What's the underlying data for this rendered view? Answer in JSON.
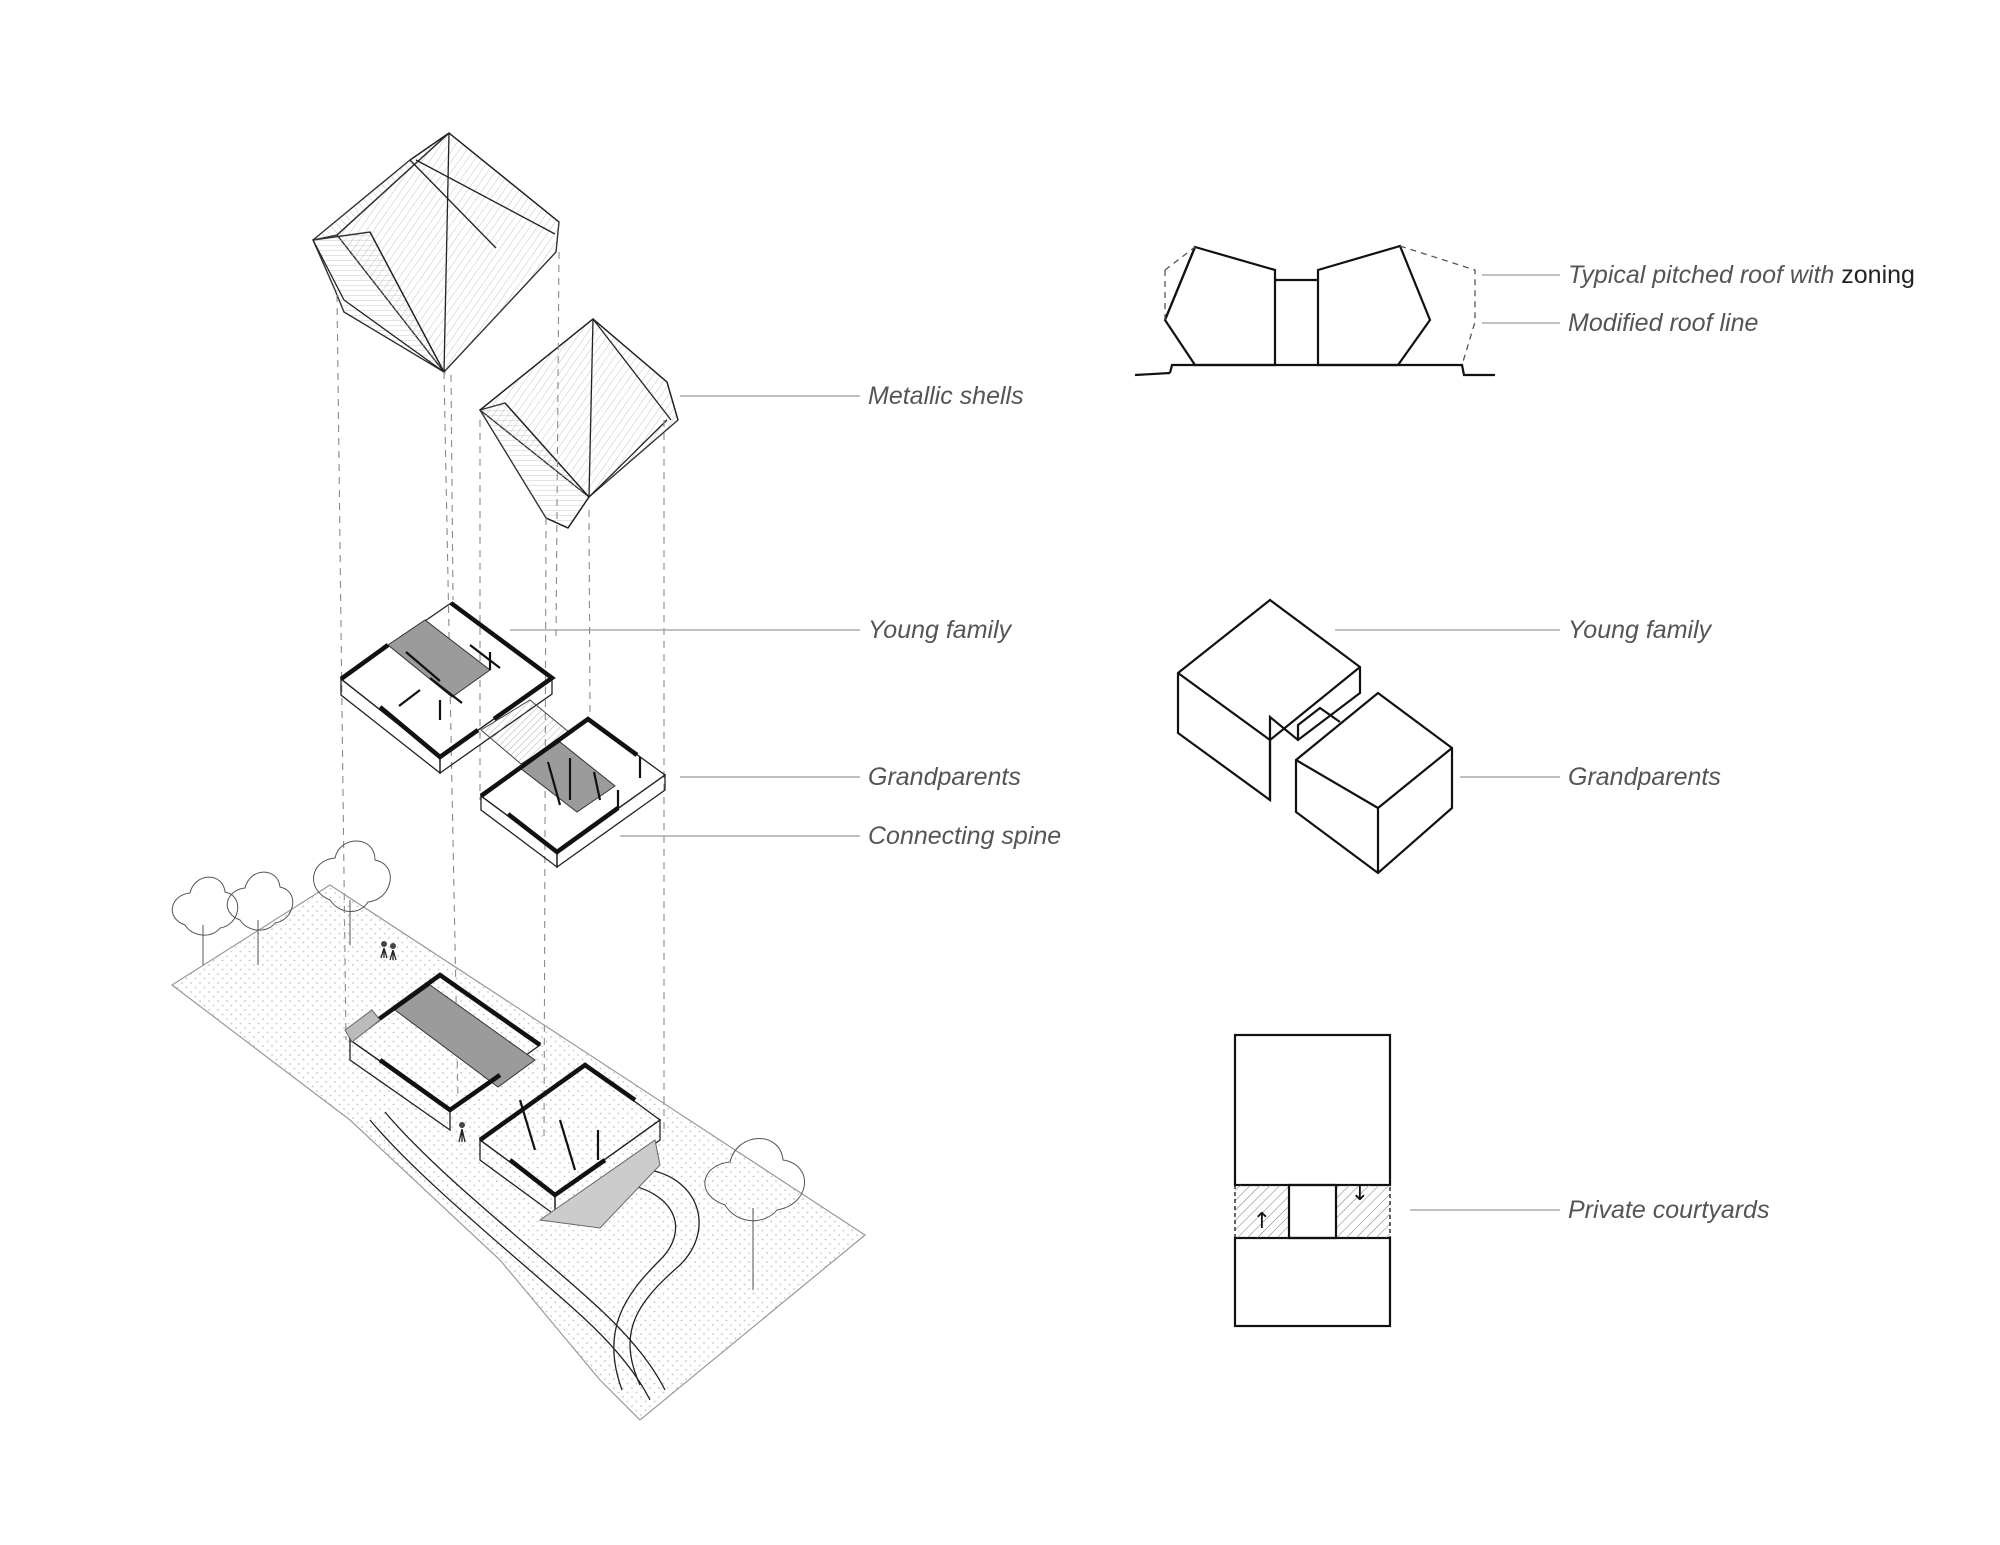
{
  "labels": {
    "metallic_shells": "Metallic shells",
    "young_family_axo": "Young family",
    "grandparents_axo": "Grandparents",
    "connecting_spine": "Connecting spine",
    "typical_roof_prefix": "Typical pitched roof with ",
    "typical_roof_zoning": "zoning",
    "modified_roof": "Modified roof line",
    "young_family_massing": "Young family",
    "grandparents_massing": "Grandparents",
    "private_courtyards": "Private courtyards"
  },
  "icons": {
    "courtyard_left_arrow": "↑",
    "courtyard_right_arrow": "↓"
  },
  "colors": {
    "line": "#111111",
    "label": "#555555",
    "leader": "#9a9a9a",
    "spine_fill": "#9b9b9b",
    "ground_dots": "#c8c8c8"
  }
}
